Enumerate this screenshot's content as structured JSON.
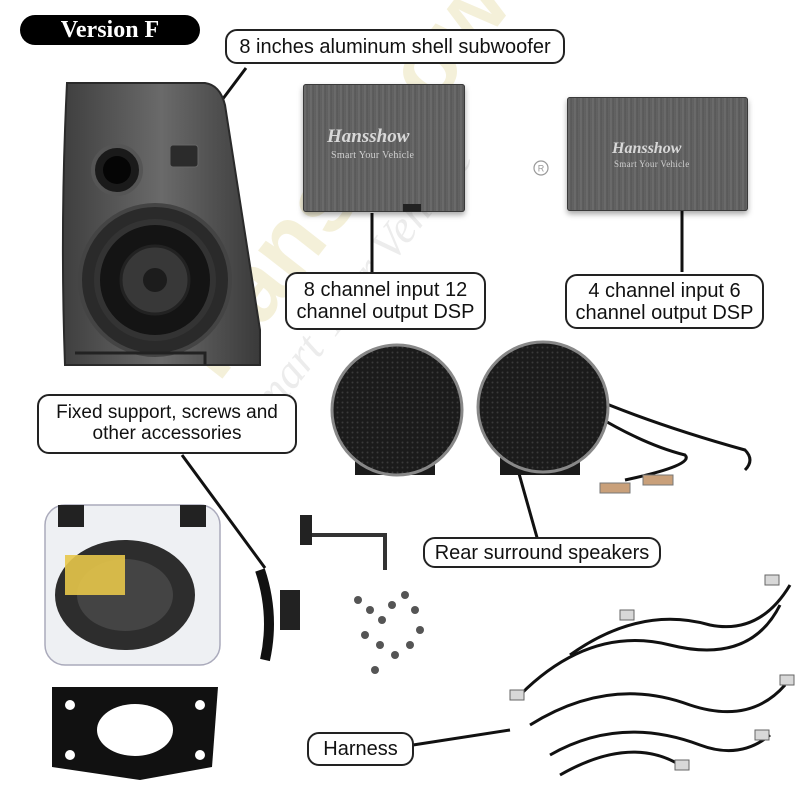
{
  "badge": {
    "version": "Version F"
  },
  "labels": {
    "subwoofer": "8 inches aluminum shell subwoofer",
    "dsp_8ch": "8 channel input 12 channel output DSP",
    "dsp_4ch": "4 channel input 6 channel output DSP",
    "accessories": "Fixed support, screws and other accessories",
    "rear_speakers": "Rear surround speakers",
    "harness": "Harness"
  },
  "brand": {
    "name": "Hansshow",
    "tagline": "Smart Your Vehicle",
    "watermark": "Hansshow",
    "watermark_tagline": "Smart Your Vehicle"
  },
  "colors": {
    "badge_bg": "#000000",
    "label_border": "#222222",
    "product_gray": "#5f5f5f",
    "watermark": "#d7c878"
  }
}
